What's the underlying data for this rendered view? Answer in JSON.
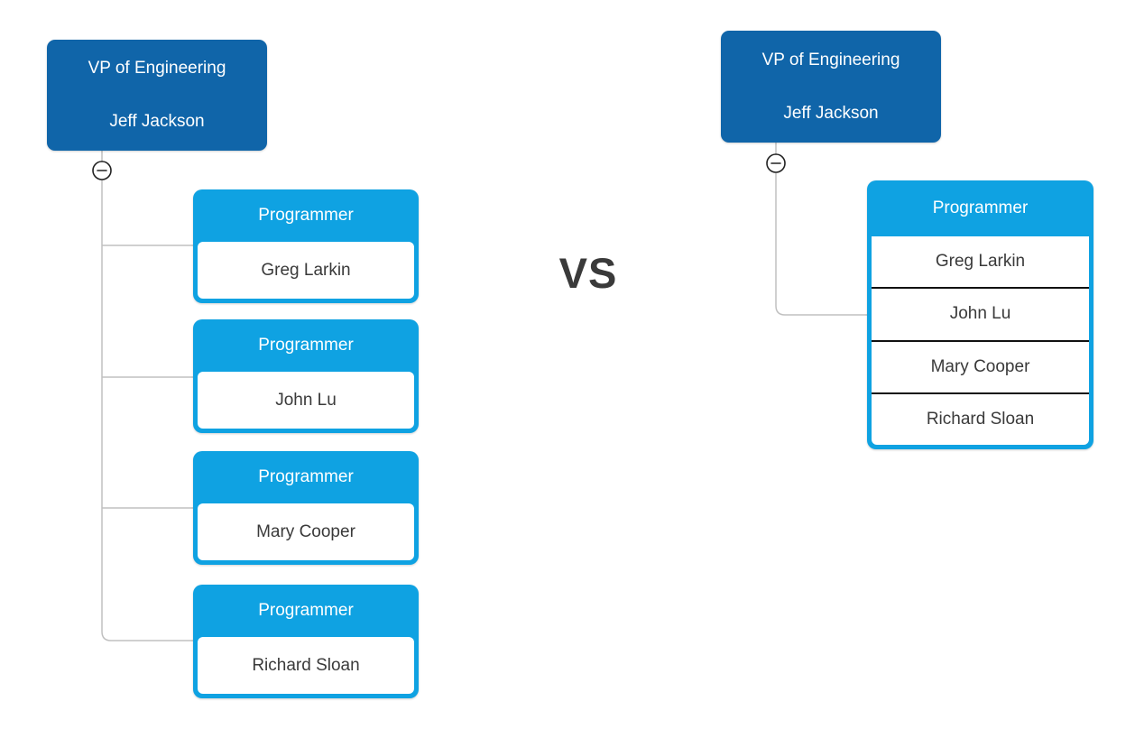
{
  "comparison": {
    "vs_label": "VS"
  },
  "left_chart": {
    "style": "expanded-individual-boxes",
    "root": {
      "title": "VP of Engineering",
      "name": "Jeff Jackson"
    },
    "nodes": [
      {
        "role": "Programmer",
        "name": "Greg Larkin"
      },
      {
        "role": "Programmer",
        "name": "John Lu"
      },
      {
        "role": "Programmer",
        "name": "Mary Cooper"
      },
      {
        "role": "Programmer",
        "name": "Richard Sloan"
      }
    ]
  },
  "right_chart": {
    "style": "grouped-list-box",
    "root": {
      "title": "VP of Engineering",
      "name": "Jeff Jackson"
    },
    "group": {
      "role": "Programmer",
      "members": [
        {
          "name": "Greg Larkin"
        },
        {
          "name": "John Lu"
        },
        {
          "name": "Mary Cooper"
        },
        {
          "name": "Richard Sloan"
        }
      ]
    }
  },
  "icons": {
    "collapse": "minus-circle-icon"
  },
  "colors": {
    "dark_blue": "#1065a9",
    "light_blue": "#0fa2e2",
    "connector_gray": "#c0c0c0",
    "row_separator": "#111111",
    "node_text": "#3a3a3a",
    "vs_text": "#3a3a3a",
    "background": "#ffffff"
  }
}
